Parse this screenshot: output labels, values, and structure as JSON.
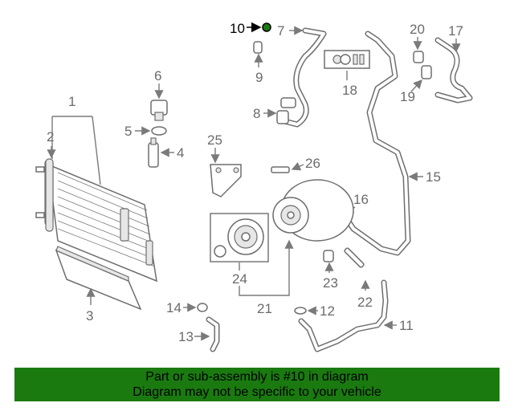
{
  "callouts": {
    "c1": "1",
    "c2": "2",
    "c3": "3",
    "c4": "4",
    "c5": "5",
    "c6": "6",
    "c7": "7",
    "c8": "8",
    "c9": "9",
    "c10": "10",
    "c11": "11",
    "c12": "12",
    "c13": "13",
    "c14": "14",
    "c15": "15",
    "c16": "16",
    "c17": "17",
    "c18": "18",
    "c19": "19",
    "c20": "20",
    "c21": "21",
    "c22": "22",
    "c23": "23",
    "c24": "24",
    "c25": "25",
    "c26": "26"
  },
  "highlight": {
    "part": "10",
    "color": "#000000"
  },
  "banner": {
    "line1": "Part or sub-assembly is #10 in diagram",
    "line2": "Diagram may not be specific to your vehicle",
    "background": "#1a7a10"
  }
}
